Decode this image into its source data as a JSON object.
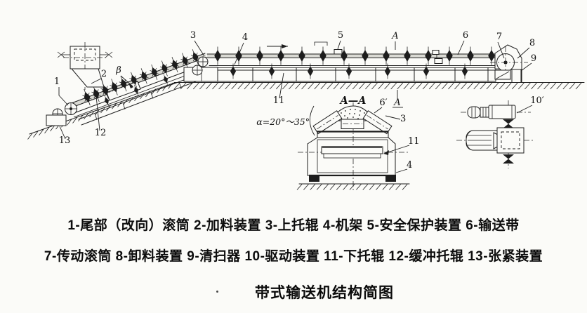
{
  "figure": {
    "title": "带式输送机结构简图",
    "caption": {
      "line1": "1-尾部（改向）滚筒 2-加料装置 3-上托辊 4-机架 5-安全保护装置 6-输送带",
      "line2": "7-传动滚筒 8-卸料装置 9-清扫器 10-驱动装置 11-下托辊 12-缓冲托辊 13-张紧装置"
    },
    "labels": {
      "p1": "1",
      "p2": "2",
      "p3": "3",
      "p4": "4",
      "p5": "5",
      "p6": "6",
      "p7": "7",
      "p8": "8",
      "p9": "9",
      "p11": "11",
      "p12": "12",
      "p13": "13",
      "beta": "β",
      "alpha_range": "α=20°～35°",
      "section_top": "A",
      "section_bottom": "A",
      "section_title": "A—A",
      "belt_prime": "6′",
      "sec3": "3",
      "sec11": "11",
      "sec4": "4",
      "drive_prime": "10′"
    }
  }
}
